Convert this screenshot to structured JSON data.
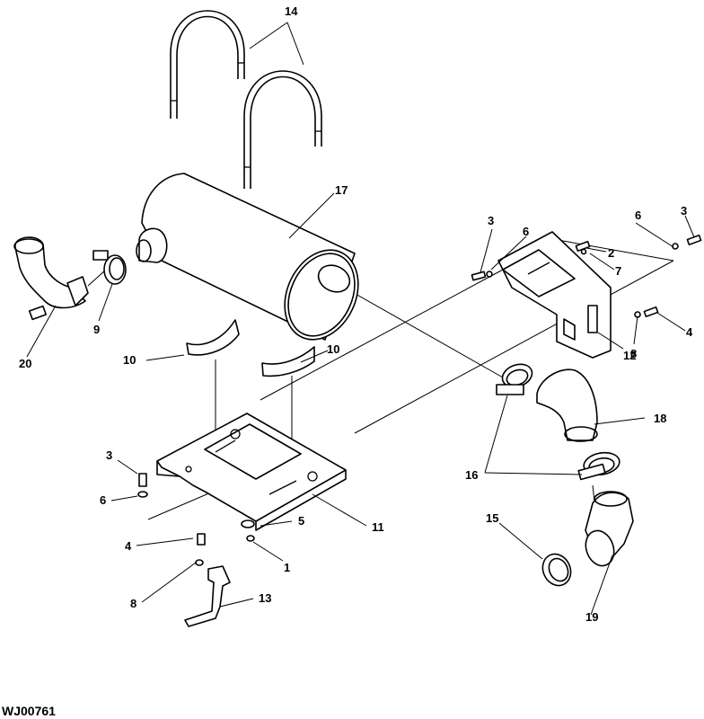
{
  "figure_id": "WJ00761",
  "callouts": {
    "c1": "1",
    "c2": "2",
    "c3a": "3",
    "c3b": "3",
    "c3c": "3",
    "c4a": "4",
    "c4b": "4",
    "c5": "5",
    "c6a": "6",
    "c6b": "6",
    "c6c": "6",
    "c7": "7",
    "c8a": "8",
    "c8b": "8",
    "c9": "9",
    "c10a": "10",
    "c10b": "10",
    "c11": "11",
    "c12": "12",
    "c13": "13",
    "c14": "14",
    "c15": "15",
    "c16": "16",
    "c17": "17",
    "c18": "18",
    "c19": "19",
    "c20": "20"
  }
}
